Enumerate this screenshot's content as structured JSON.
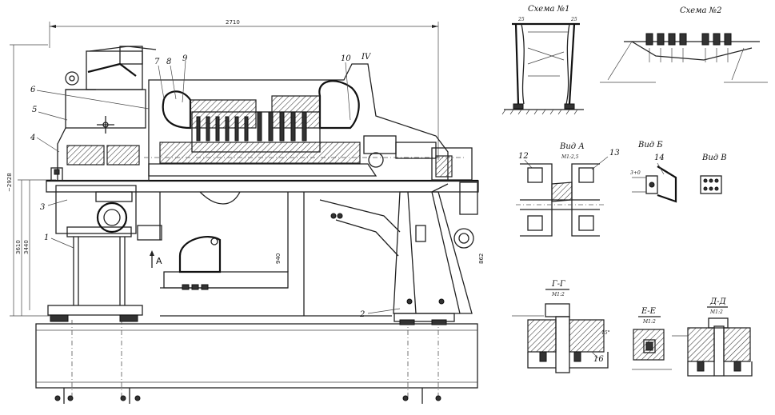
{
  "main": {
    "dim_top": "2710",
    "dim_left_outer": "~2928",
    "dim_left_mid": "3610",
    "dim_left_inner": "3440",
    "dim_center": "940",
    "dim_right": "862",
    "section_mark": "IV",
    "view_arrow": "A",
    "callouts": [
      "1",
      "2",
      "3",
      "4",
      "5",
      "6",
      "7",
      "8",
      "9",
      "10"
    ]
  },
  "schema1": {
    "title": "Схема №1",
    "dim_a": "25",
    "dim_b": "25"
  },
  "schema2": {
    "title": "Схема №2"
  },
  "viewA": {
    "title": "Вид А",
    "scale": "M1:2,5",
    "callout_left": "12",
    "callout_right": "13"
  },
  "viewB": {
    "title": "Вид Б",
    "callout": "14",
    "dim": "3+0"
  },
  "viewV": {
    "title": "Вид В"
  },
  "sectionG": {
    "title": "Г-Г",
    "scale": "M1:2",
    "callout": "16",
    "angle": "15°"
  },
  "sectionE": {
    "title": "Е-Е",
    "scale": "M1:2"
  },
  "sectionD": {
    "title": "Д-Д",
    "scale": "M1:2"
  }
}
